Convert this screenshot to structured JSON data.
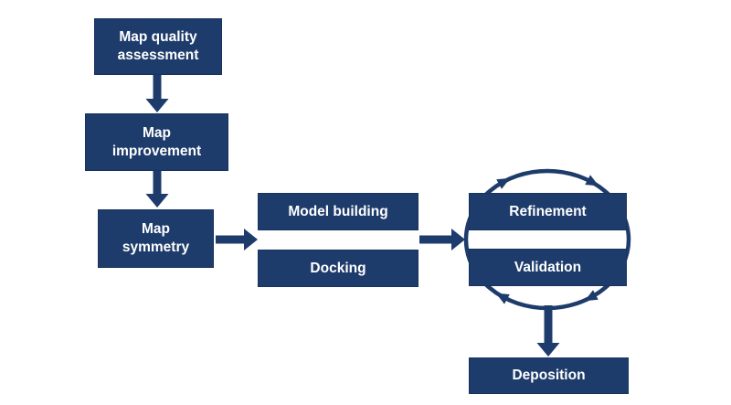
{
  "figure": {
    "type": "flowchart",
    "background": "#ffffff"
  },
  "colors": {
    "box_fill": "#1e3c6b",
    "box_border": "#17325c",
    "arrow": "#1e3c6b",
    "text": "#ffffff"
  },
  "nodes": {
    "map_quality_assessment": {
      "label": "Map quality\nassessment"
    },
    "map_improvement": {
      "label": "Map\nimprovement"
    },
    "map_symmetry": {
      "label": "Map\nsymmetry"
    },
    "model_building": {
      "label": "Model building"
    },
    "docking": {
      "label": "Docking"
    },
    "refinement": {
      "label": "Refinement"
    },
    "validation": {
      "label": "Validation"
    },
    "deposition": {
      "label": "Deposition"
    }
  },
  "edges": [
    {
      "from": "map_quality_assessment",
      "to": "map_improvement",
      "style": "arrow"
    },
    {
      "from": "map_improvement",
      "to": "map_symmetry",
      "style": "arrow"
    },
    {
      "from": "map_symmetry",
      "to": "model_building+docking",
      "style": "arrow"
    },
    {
      "from": "model_building+docking",
      "to": "refinement+validation",
      "style": "arrow"
    },
    {
      "from": "refinement",
      "to": "validation",
      "style": "cycle-clockwise"
    },
    {
      "from": "refinement+validation",
      "to": "deposition",
      "style": "arrow"
    }
  ]
}
